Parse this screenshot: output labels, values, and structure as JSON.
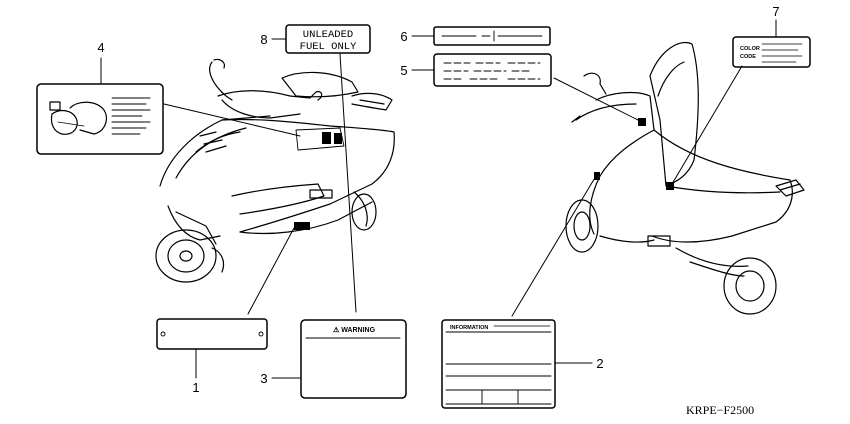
{
  "callouts": {
    "c1": "1",
    "c2": "2",
    "c3": "3",
    "c4": "4",
    "c5": "5",
    "c6": "6",
    "c7": "7",
    "c8": "8"
  },
  "labels": {
    "fuel_line1": "UNLEADED",
    "fuel_line2": "FUEL ONLY",
    "warning_title": "⚠ WARNING",
    "information_title": "INFORMATION",
    "color_code_line1": "COLOR",
    "color_code_line2": "CODE"
  },
  "diagram_code": "KRPE−F2500"
}
